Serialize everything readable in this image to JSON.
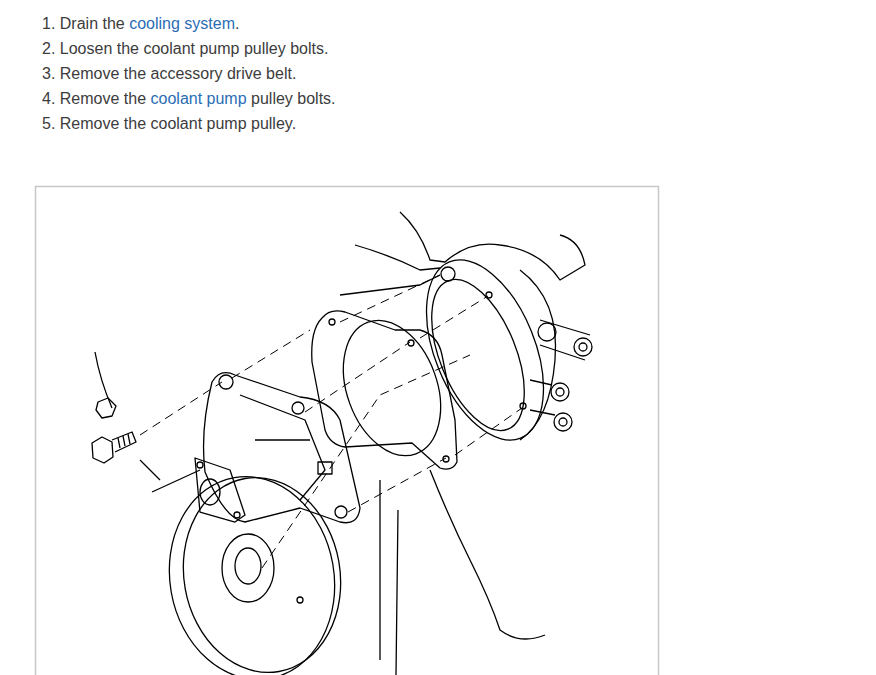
{
  "diagram": {
    "labels": [
      "1. Drain the",
      "cooling system",
      ".",
      "2. Loosen the coolant pump pulley bolts.",
      "3. Remove the accessory drive belt.",
      "4. Remove the",
      "coolant pump",
      "pulley bolts.",
      "5. Remove the coolant pump pulley."
    ]
  }
}
